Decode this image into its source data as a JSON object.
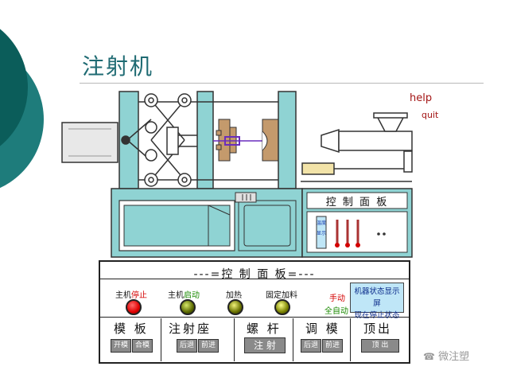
{
  "title": "注射机",
  "links": {
    "help": "help",
    "quit": "quit"
  },
  "machine": {
    "panel_header": "控 制 面 板",
    "temp_label_top": "温度",
    "temp_label_bottom": "显示"
  },
  "control_panel": {
    "title": "---=控 制 面 板=---",
    "lamps": [
      {
        "label_a": "主机",
        "label_b": "停止",
        "color": "#e00000"
      },
      {
        "label_a": "主机",
        "label_b": "启动",
        "color": "#3e4e00"
      },
      {
        "label_a": "加热",
        "label_b": "",
        "color": "#5c6a00"
      },
      {
        "label_a": "固定加料",
        "label_b": "",
        "color": "#6a7200"
      }
    ],
    "mode": {
      "manual": "手动",
      "auto": "全自动"
    },
    "status_lines": [
      "机器状态显示屏",
      "现在停止状态"
    ],
    "categories": [
      "模 板",
      "注射座",
      "螺 杆",
      "调 模",
      "顶出"
    ],
    "buttons": {
      "mold_open": "开模",
      "mold_close": "合模",
      "seat_back": "后退",
      "seat_forward": "前进",
      "inject": "注 射",
      "adjust_back": "后退",
      "adjust_forward": "前进",
      "eject": "顶 出"
    }
  },
  "watermark": "微注塑",
  "colors": {
    "teal": "#8fd3d3",
    "dark_teal": "#0b5d5a",
    "mid_teal": "#1e7c7b",
    "red_lamp": "#e00000"
  }
}
